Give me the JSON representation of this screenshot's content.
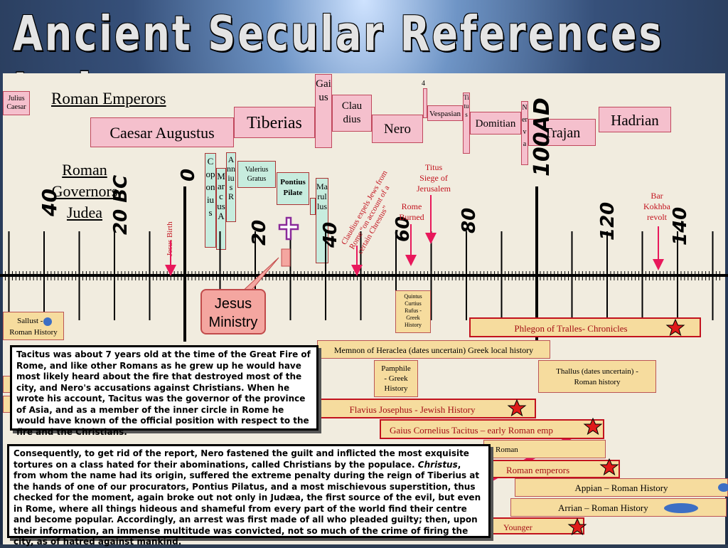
{
  "title": "Ancient Secular References to Jesus",
  "section_emperors": "Roman Emperors",
  "section_governors": [
    "Roman",
    "Governors",
    "Judea"
  ],
  "emperors": {
    "julius": "Julius Caesar",
    "augustus": "Caesar Augustus",
    "tiberias": "Tiberias",
    "gaius": "Gaius",
    "claudius": [
      "Clau",
      "dius"
    ],
    "nero": "Nero",
    "four": "4",
    "vespasian": "Vespasian",
    "titus": "Titus",
    "domitian": "Domitian",
    "nerva": "Nerva",
    "trajan": "Trajan",
    "hadrian": "Hadrian"
  },
  "governors": {
    "coponius": "Coponius",
    "marcus": "MarcusA",
    "annius": "AnniusR",
    "valerius": [
      "Valerius",
      "Gratus"
    ],
    "pilate": [
      "Pontius",
      "Pilate"
    ],
    "marullus": "Marullus"
  },
  "years": {
    "y40bc": "40",
    "y20bc": "20 BC",
    "y0": "0",
    "y20": "20",
    "y40": "40",
    "y60": "60",
    "y80": "80",
    "y100": "100AD",
    "y120": "120",
    "y140": "140"
  },
  "events": {
    "birth": "Jesus Birth",
    "claudius": [
      "Claudius expels Jews from",
      "Rome “on account of a",
      "certain Chrestus”"
    ],
    "rome_burned": [
      "Rome",
      "Burned"
    ],
    "titus": [
      "Titus",
      "Siege of",
      "Jerusalem"
    ],
    "bar_kokhba": [
      "Bar",
      "Kokhba",
      "revolt"
    ]
  },
  "ministry": [
    "Jesus",
    "Ministry"
  ],
  "sources": {
    "sallust": [
      "Sallust - ●",
      "Roman History"
    ],
    "quintus": [
      "Quintus",
      "Curtius",
      "Rufus -",
      "Greek",
      "History"
    ],
    "phlegon": "Phlegon of Tralles- Chronicles",
    "memnon": "Memnon of Heraclea (dates uncertain) Greek local history",
    "pamphile": [
      "Pamphile",
      "- Greek",
      "History"
    ],
    "thallus": [
      "Thallus (dates uncertain) -",
      "Roman history"
    ],
    "josephus": "Flavius Josephus - Jewish History",
    "tacitus": "Gaius Cornelius Tacitus – early Roman emp",
    "roman_partial": "Roman",
    "roman_emperors": "Roman emperors",
    "appian": "Appian – Roman History",
    "arrian": "Arrian – Roman History",
    "younger": "Younger"
  },
  "notes": {
    "tacitus_bio": "Tacitus was about 7 years old at the time of the Great Fire of Rome, and like other Romans as he grew up he would have most likely heard about the fire that destroyed most of the city, and Nero's accusations against Christians. When he wrote his account, Tacitus was the governor of the province of Asia, and as a member of the inner circle in Rome he would have known of the official position with respect to the fire and the Christians.",
    "quote_a": "Consequently, to get rid of the report, Nero fastened the guilt and inflicted the most exquisite tortures on a class hated for their abominations, called Christians by the populace. ",
    "quote_christus": "Christus",
    "quote_b": ", from whom the name had its origin, suffered the extreme penalty during the reign of Tiberius at the hands of one of our procurators, Pontius Pilatus, and a most mischievous superstition, thus checked for the moment, again broke out not only in Judæa, the first source of the evil, but even in Rome, where all things hideous and shameful from every part of the world find their centre and become popular. Accordingly, an arrest was first made of all who pleaded guilty; then, upon their information, an immense multitude was convicted, not so much of the crime of firing the city, as of hatred against mankind."
  },
  "colors": {
    "pink": "#f5c0cd",
    "mint": "#c7ecde",
    "tan": "#f6dc9e",
    "red": "#c2121e",
    "arrow": "#e8185b"
  }
}
